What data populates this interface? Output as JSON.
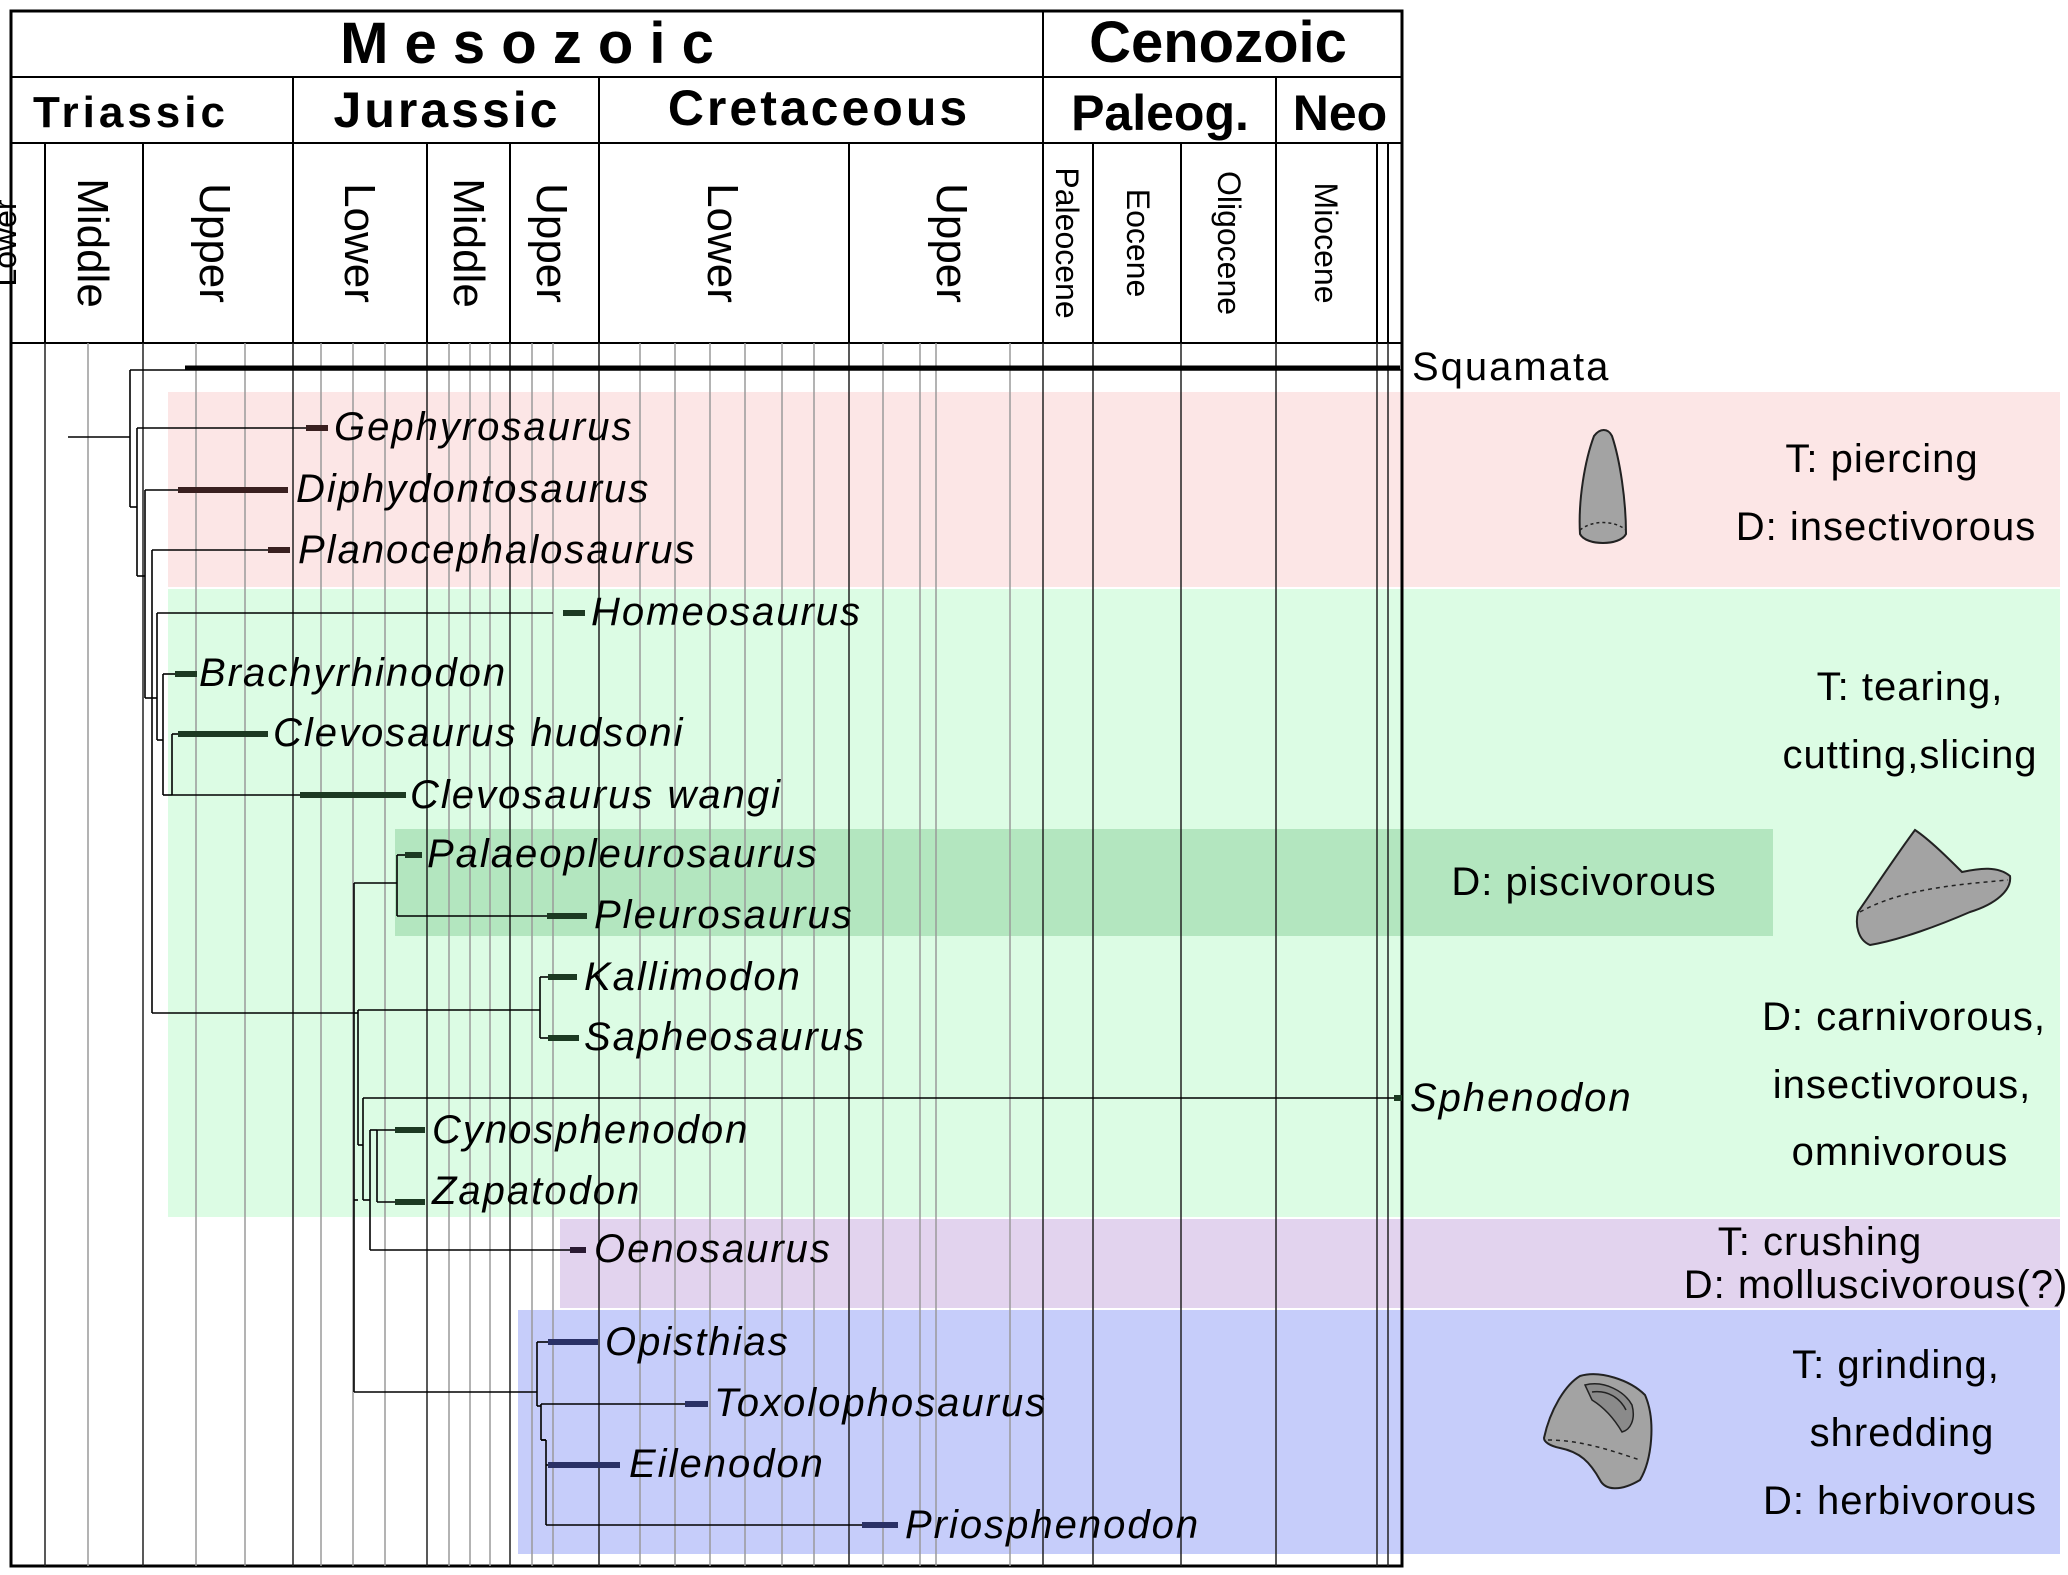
{
  "eras": [
    {
      "key": "mesozoic",
      "label": "M e s o z o i c"
    },
    {
      "key": "cenozoic",
      "label": "Cenozoic"
    }
  ],
  "periods": [
    {
      "key": "triassic",
      "label": "Triassic"
    },
    {
      "key": "jurassic",
      "label": "Jurassic"
    },
    {
      "key": "cretaceous",
      "label": "Cretaceous"
    },
    {
      "key": "paleogene",
      "label": "Paleog."
    },
    {
      "key": "neogene",
      "label": "Neo"
    }
  ],
  "epochs": [
    {
      "key": "tri-lower",
      "label": "Lower",
      "flip": true
    },
    {
      "key": "tri-middle",
      "label": "Middle"
    },
    {
      "key": "tri-upper",
      "label": "Upper"
    },
    {
      "key": "jur-lower",
      "label": "Lower"
    },
    {
      "key": "jur-middle",
      "label": "Middle"
    },
    {
      "key": "jur-upper",
      "label": "Upper"
    },
    {
      "key": "cre-lower",
      "label": "Lower"
    },
    {
      "key": "cre-upper",
      "label": "Upper"
    },
    {
      "key": "paleocene",
      "label": "Paleocene"
    },
    {
      "key": "eocene",
      "label": "Eocene"
    },
    {
      "key": "oligocene",
      "label": "Oligocene"
    },
    {
      "key": "miocene",
      "label": "Miocene"
    }
  ],
  "colors": {
    "pink": "#fce6e6",
    "green": "#dcfce4",
    "green_dark": "#b3e6bf",
    "purple": "#e2d3ee",
    "blue": "#c6cdfa",
    "tooth_fill": "#a3a3a3",
    "bar_pink": "#3a2020",
    "bar_green": "#1c3a22",
    "bar_purple": "#2a1a32",
    "bar_blue": "#2a3166"
  },
  "taxa": [
    {
      "key": "squamata",
      "label": "Squamata",
      "italic": false
    },
    {
      "key": "gephyrosaurus",
      "label": "Gephyrosaurus",
      "italic": true
    },
    {
      "key": "diphydontosaurus",
      "label": "Diphydontosaurus",
      "italic": true
    },
    {
      "key": "planocephalosaurus",
      "label": "Planocephalosaurus",
      "italic": true
    },
    {
      "key": "homeosaurus",
      "label": "Homeosaurus",
      "italic": true
    },
    {
      "key": "brachyrhinodon",
      "label": "Brachyrhinodon",
      "italic": true
    },
    {
      "key": "clevosaurus-hudsoni",
      "label": "Clevosaurus hudsoni",
      "italic": true
    },
    {
      "key": "clevosaurus-wangi",
      "label": "Clevosaurus wangi",
      "italic": true
    },
    {
      "key": "palaeopleurosaurus",
      "label": "Palaeopleurosaurus",
      "italic": true
    },
    {
      "key": "pleurosaurus",
      "label": "Pleurosaurus",
      "italic": true
    },
    {
      "key": "kallimodon",
      "label": "Kallimodon",
      "italic": true
    },
    {
      "key": "sapheosaurus",
      "label": "Sapheosaurus",
      "italic": true
    },
    {
      "key": "sphenodon",
      "label": "Sphenodon",
      "italic": true
    },
    {
      "key": "cynosphenodon",
      "label": "Cynosphenodon",
      "italic": true
    },
    {
      "key": "zapatodon",
      "label": "Zapatodon",
      "italic": true
    },
    {
      "key": "oenosaurus",
      "label": "Oenosaurus",
      "italic": true
    },
    {
      "key": "opisthias",
      "label": "Opisthias",
      "italic": true
    },
    {
      "key": "toxolophosaurus",
      "label": "Toxolophosaurus",
      "italic": true
    },
    {
      "key": "eilenodon",
      "label": "Eilenodon",
      "italic": true
    },
    {
      "key": "priosphenodon",
      "label": "Priosphenodon",
      "italic": true
    }
  ],
  "groups": {
    "piercing": {
      "lines": [
        "T: piercing",
        "D: insectivorous"
      ],
      "tooth_icon": "conical-tooth-icon"
    },
    "tearing": {
      "lines": [
        "T: tearing,",
        "cutting,slicing"
      ],
      "tooth_icon": "blade-tooth-icon"
    },
    "piscivorous": {
      "lines": [
        "D: piscivorous"
      ]
    },
    "carnivorous": {
      "lines": [
        "D: carnivorous,",
        "insectivorous,",
        "omnivorous"
      ]
    },
    "crushing": {
      "lines": [
        "T: crushing",
        "D: molluscivorous(?)"
      ]
    },
    "grinding": {
      "lines": [
        "T: grinding,",
        "shredding",
        "D: herbivorous"
      ],
      "tooth_icon": "grinding-tooth-icon"
    }
  }
}
